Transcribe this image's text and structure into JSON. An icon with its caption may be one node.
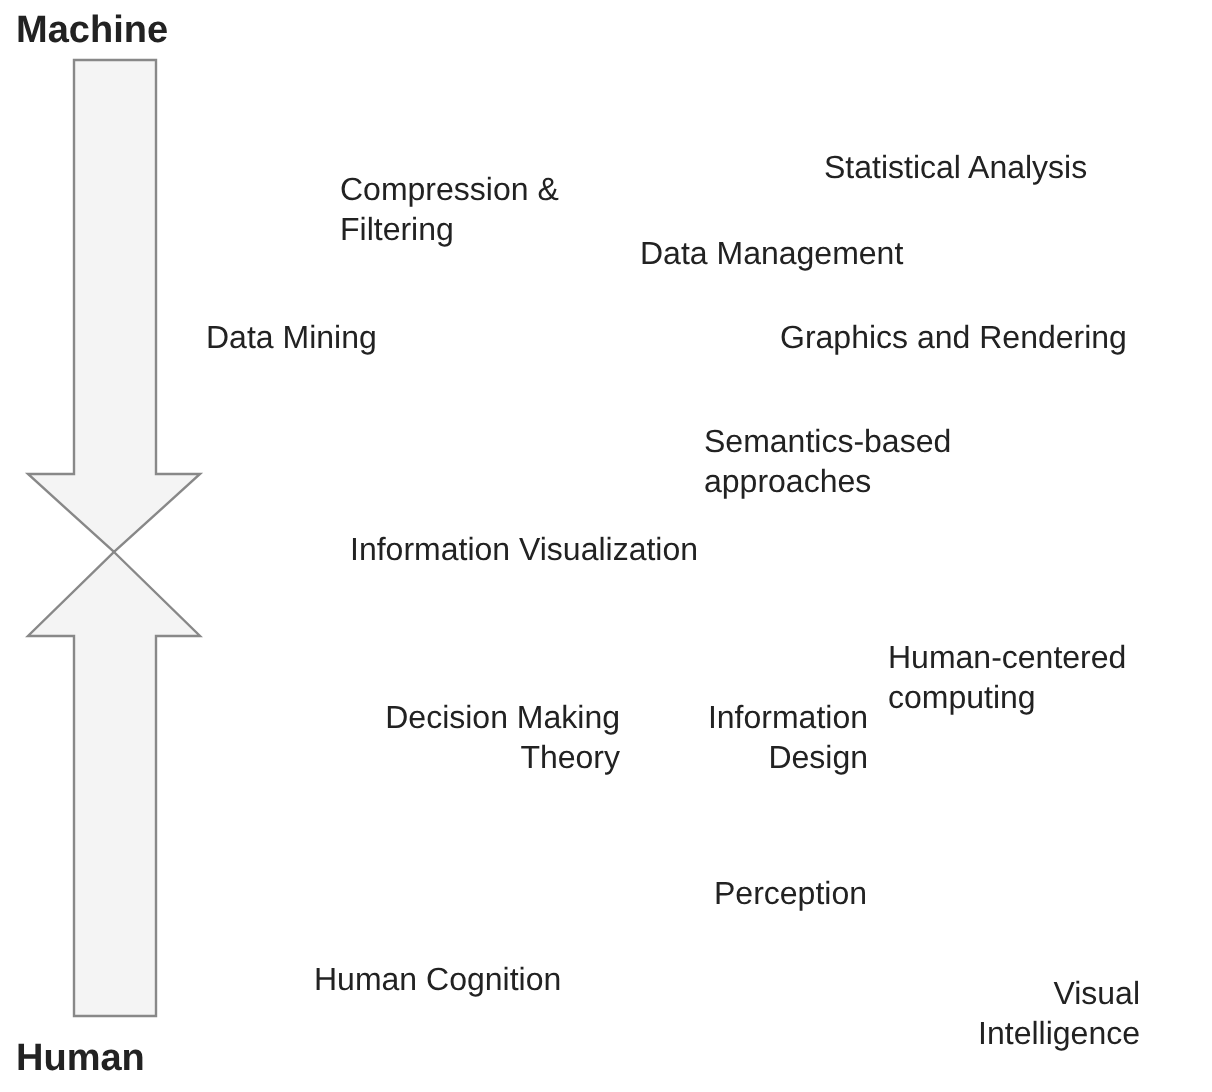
{
  "diagram": {
    "labels": [
      "Machine",
      "Statistical Analysis",
      "Compression & Filtering",
      "Data Management",
      "Data Mining",
      "Graphics and Rendering",
      "Semantics-based approaches",
      "Information Visualization",
      "Human-centered computing",
      "Decision Making Theory",
      "Information Design",
      "Perception",
      "Human Cognition",
      "Visual Intelligence",
      "Human"
    ]
  }
}
